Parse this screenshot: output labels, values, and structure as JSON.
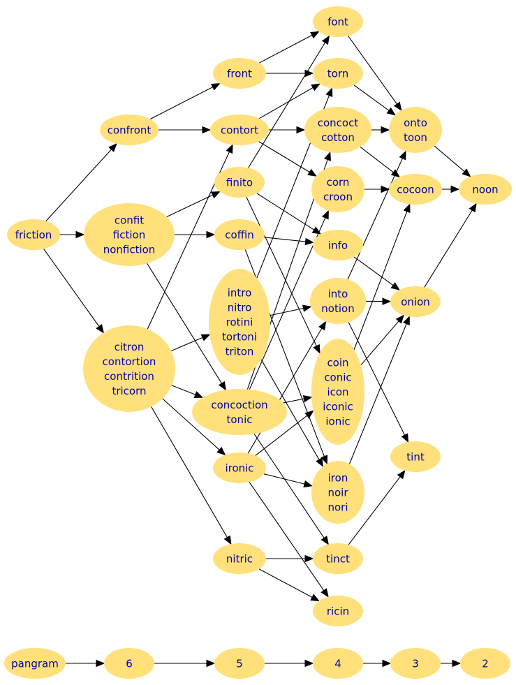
{
  "nodes": [
    {
      "id": "friction",
      "lines": [
        "friction"
      ]
    },
    {
      "id": "confront",
      "lines": [
        "confront"
      ]
    },
    {
      "id": "confit",
      "lines": [
        "confit",
        "fiction",
        "nonfiction"
      ]
    },
    {
      "id": "citron",
      "lines": [
        "citron",
        "contortion",
        "contrition",
        "tricorn"
      ]
    },
    {
      "id": "front",
      "lines": [
        "front"
      ]
    },
    {
      "id": "contort",
      "lines": [
        "contort"
      ]
    },
    {
      "id": "finito",
      "lines": [
        "finito"
      ]
    },
    {
      "id": "coffin",
      "lines": [
        "coffin"
      ]
    },
    {
      "id": "intro",
      "lines": [
        "intro",
        "nitro",
        "rotini",
        "tortoni",
        "triton"
      ]
    },
    {
      "id": "concoction",
      "lines": [
        "concoction",
        "tonic"
      ]
    },
    {
      "id": "ironic",
      "lines": [
        "ironic"
      ]
    },
    {
      "id": "nitric",
      "lines": [
        "nitric"
      ]
    },
    {
      "id": "font",
      "lines": [
        "font"
      ]
    },
    {
      "id": "torn",
      "lines": [
        "torn"
      ]
    },
    {
      "id": "concoct",
      "lines": [
        "concoct",
        "cotton"
      ]
    },
    {
      "id": "corn",
      "lines": [
        "corn",
        "croon"
      ]
    },
    {
      "id": "info",
      "lines": [
        "info"
      ]
    },
    {
      "id": "into",
      "lines": [
        "into",
        "notion"
      ]
    },
    {
      "id": "coin",
      "lines": [
        "coin",
        "conic",
        "icon",
        "iconic",
        "ionic"
      ]
    },
    {
      "id": "iron",
      "lines": [
        "iron",
        "noir",
        "nori"
      ]
    },
    {
      "id": "tinct",
      "lines": [
        "tinct"
      ]
    },
    {
      "id": "ricin",
      "lines": [
        "ricin"
      ]
    },
    {
      "id": "onto",
      "lines": [
        "onto",
        "toon"
      ]
    },
    {
      "id": "cocoon",
      "lines": [
        "cocoon"
      ]
    },
    {
      "id": "onion",
      "lines": [
        "onion"
      ]
    },
    {
      "id": "tint",
      "lines": [
        "tint"
      ]
    },
    {
      "id": "noon",
      "lines": [
        "noon"
      ]
    },
    {
      "id": "pangram",
      "lines": [
        "pangram"
      ]
    },
    {
      "id": "n6",
      "lines": [
        "6"
      ]
    },
    {
      "id": "n5",
      "lines": [
        "5"
      ]
    },
    {
      "id": "n4",
      "lines": [
        "4"
      ]
    },
    {
      "id": "n3",
      "lines": [
        "3"
      ]
    },
    {
      "id": "n2",
      "lines": [
        "2"
      ]
    }
  ],
  "edges": [
    [
      "friction",
      "confront"
    ],
    [
      "friction",
      "confit"
    ],
    [
      "friction",
      "citron"
    ],
    [
      "confront",
      "front"
    ],
    [
      "confront",
      "contort"
    ],
    [
      "confit",
      "finito"
    ],
    [
      "confit",
      "coffin"
    ],
    [
      "confit",
      "concoction"
    ],
    [
      "citron",
      "contort"
    ],
    [
      "citron",
      "intro"
    ],
    [
      "citron",
      "concoction"
    ],
    [
      "citron",
      "ironic"
    ],
    [
      "citron",
      "nitric"
    ],
    [
      "front",
      "font"
    ],
    [
      "front",
      "torn"
    ],
    [
      "contort",
      "torn"
    ],
    [
      "contort",
      "concoct"
    ],
    [
      "contort",
      "corn"
    ],
    [
      "finito",
      "font"
    ],
    [
      "finito",
      "info"
    ],
    [
      "finito",
      "coin"
    ],
    [
      "coffin",
      "info"
    ],
    [
      "coffin",
      "iron"
    ],
    [
      "intro",
      "torn"
    ],
    [
      "intro",
      "into"
    ],
    [
      "intro",
      "iron"
    ],
    [
      "concoction",
      "concoct"
    ],
    [
      "concoction",
      "corn"
    ],
    [
      "concoction",
      "coin"
    ],
    [
      "concoction",
      "tinct"
    ],
    [
      "ironic",
      "into"
    ],
    [
      "ironic",
      "coin"
    ],
    [
      "ironic",
      "iron"
    ],
    [
      "ironic",
      "ricin"
    ],
    [
      "nitric",
      "tinct"
    ],
    [
      "nitric",
      "ricin"
    ],
    [
      "font",
      "onto"
    ],
    [
      "torn",
      "onto"
    ],
    [
      "concoct",
      "onto"
    ],
    [
      "concoct",
      "cocoon"
    ],
    [
      "corn",
      "cocoon"
    ],
    [
      "info",
      "onion"
    ],
    [
      "into",
      "onto"
    ],
    [
      "into",
      "onion"
    ],
    [
      "into",
      "tint"
    ],
    [
      "coin",
      "cocoon"
    ],
    [
      "coin",
      "onion"
    ],
    [
      "iron",
      "onion"
    ],
    [
      "tinct",
      "tint"
    ],
    [
      "onto",
      "noon"
    ],
    [
      "cocoon",
      "noon"
    ],
    [
      "onion",
      "noon"
    ],
    [
      "pangram",
      "n6"
    ],
    [
      "n6",
      "n5"
    ],
    [
      "n5",
      "n4"
    ],
    [
      "n4",
      "n3"
    ],
    [
      "n3",
      "n2"
    ]
  ]
}
